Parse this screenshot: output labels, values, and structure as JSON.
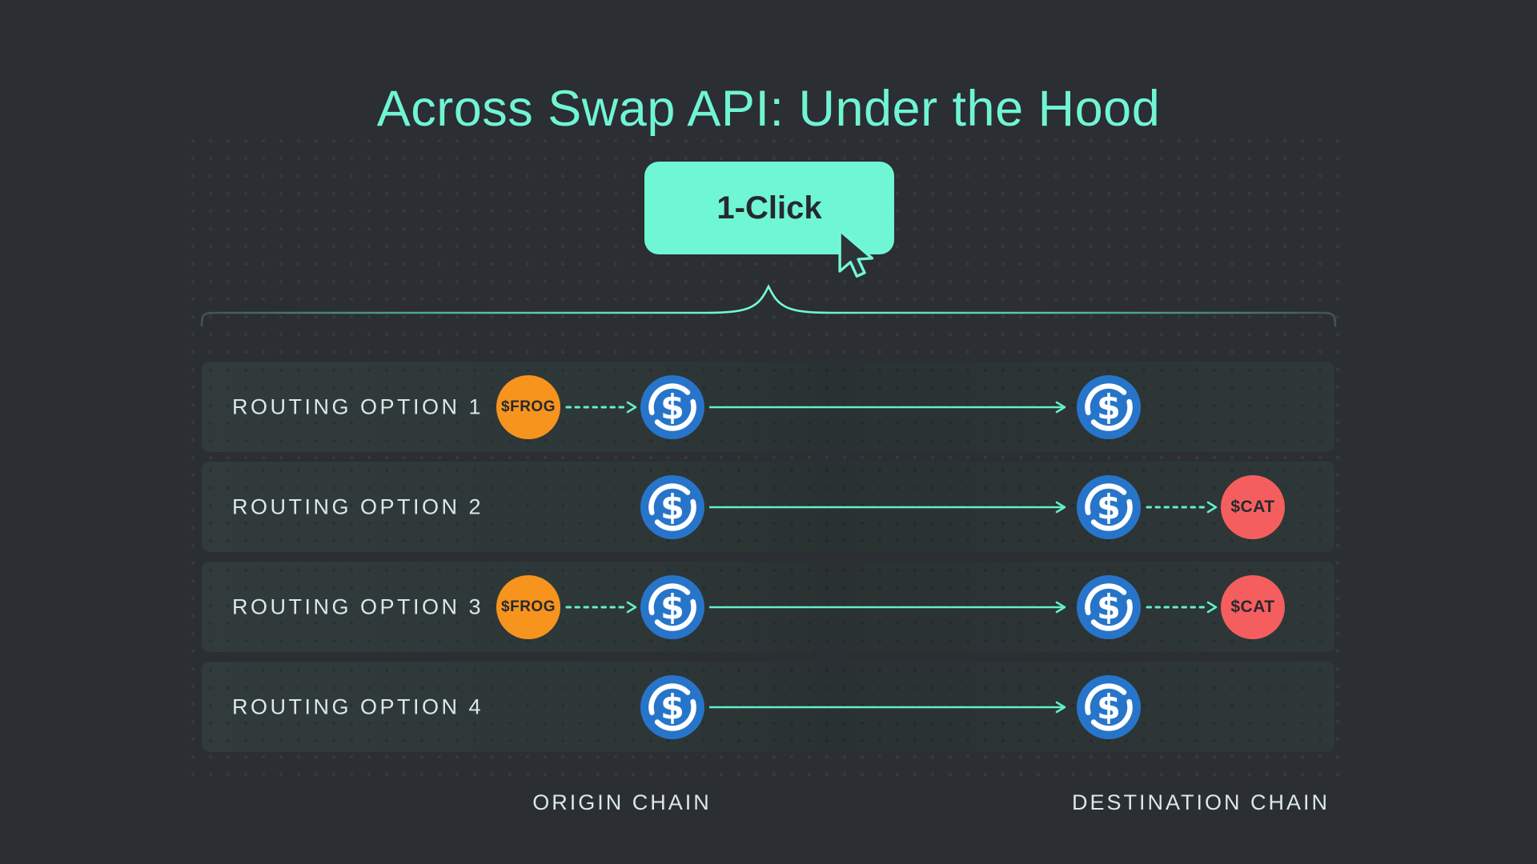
{
  "title": "Across Swap API: Under the Hood",
  "button": {
    "label": "1-Click"
  },
  "rows": [
    {
      "label": "ROUTING OPTION 1"
    },
    {
      "label": "ROUTING OPTION 2"
    },
    {
      "label": "ROUTING OPTION 3"
    },
    {
      "label": "ROUTING OPTION 4"
    }
  ],
  "tokens": {
    "frog": {
      "label": "$FROG",
      "color": "#F7941E"
    },
    "usdc": {
      "symbol": "$",
      "color": "#2775CA"
    },
    "cat": {
      "label": "$CAT",
      "color": "#F55E5E"
    }
  },
  "footer": {
    "origin_label": "ORIGIN CHAIN",
    "destination_label": "DESTINATION CHAIN"
  },
  "colors": {
    "accent_mint": "#70F5D4",
    "background": "#2B2E32",
    "row_background": "#2E3737",
    "arrow_mint": "#63EFCB",
    "button_text": "#26292E",
    "label_text": "#D9E8EC"
  }
}
